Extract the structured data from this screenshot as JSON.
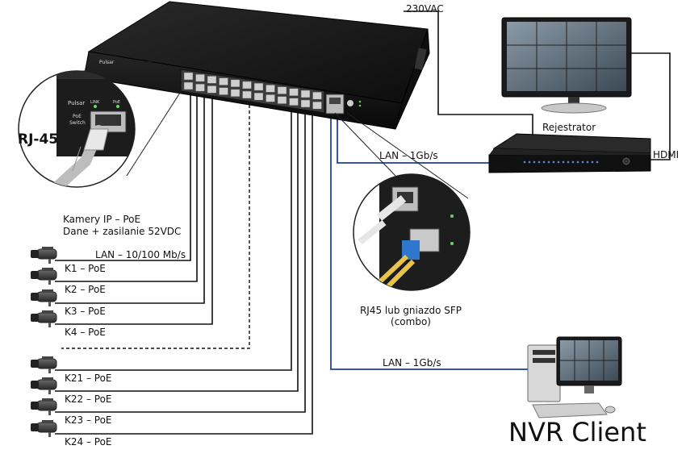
{
  "labels": {
    "power": "230VAC",
    "recorder": "Rejestrator",
    "hdmi": "HDMI",
    "lan_recorder": "LAN – 1Gb/s",
    "lan_client": "LAN – 1Gb/s",
    "cameras_line1": "Kamery IP – PoE",
    "cameras_line2": "Dane + zasilanie 52VDC",
    "lan_cameras": "LAN – 10/100 Mb/s",
    "sfp_line1": "RJ45 lub gniazdo SFP",
    "sfp_line2": "(combo)",
    "rj45": "RJ-45",
    "nvr_client": "NVR Client"
  },
  "cameras": [
    "K1 – PoE",
    "K2 – PoE",
    "K3 – PoE",
    "K4 – PoE",
    "K21 – PoE",
    "K22 – PoE",
    "K23 – PoE",
    "K24 – PoE"
  ],
  "device_text": {
    "brand": "Pulsar",
    "port_label_link": "LINK",
    "port_label_poe": "PoE",
    "switch_label_1": "PoE",
    "switch_label_2": "Switch"
  },
  "colors": {
    "uplink": "#3355aa",
    "cable": "#111111",
    "device": "#1b1b1b"
  }
}
